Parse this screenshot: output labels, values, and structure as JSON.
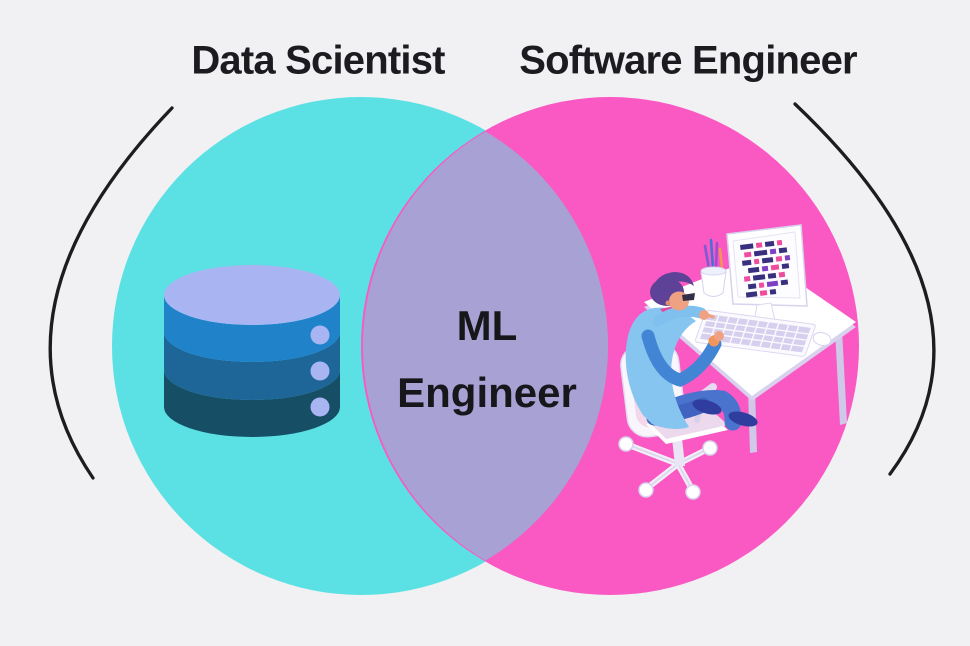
{
  "venn": {
    "left": {
      "label": "Data Scientist",
      "fill": "#5be1e4"
    },
    "right": {
      "label": "Software Engineer",
      "fill": "#fa58c3"
    },
    "overlap": {
      "line1": "ML",
      "line2": "Engineer",
      "fill": "#a8a1d4"
    }
  },
  "decorations": {
    "left_arc": "open-paren-arc",
    "right_arc": "close-paren-arc",
    "arc_color": "#1d1d1f"
  },
  "icons": {
    "left_circle_icon": "database-icon",
    "right_circle_icon": "developer-at-desk-illustration"
  },
  "palette": {
    "background": "#f1f0f2",
    "title_text": "#1c1b20",
    "database_top": "#a9b5f2",
    "database_band1": "#2082c9",
    "database_band2": "#1d6697",
    "database_band3": "#164e66",
    "code_navy": "#38307e",
    "code_pink": "#ee4d9e",
    "code_violet": "#7f3fc4",
    "hair": "#5e4297",
    "skin": "#efa184",
    "shirt": "#87c5f1",
    "sleeve": "#4385d5",
    "pants": "#4a73cd",
    "shoes": "#2e3d9e"
  }
}
